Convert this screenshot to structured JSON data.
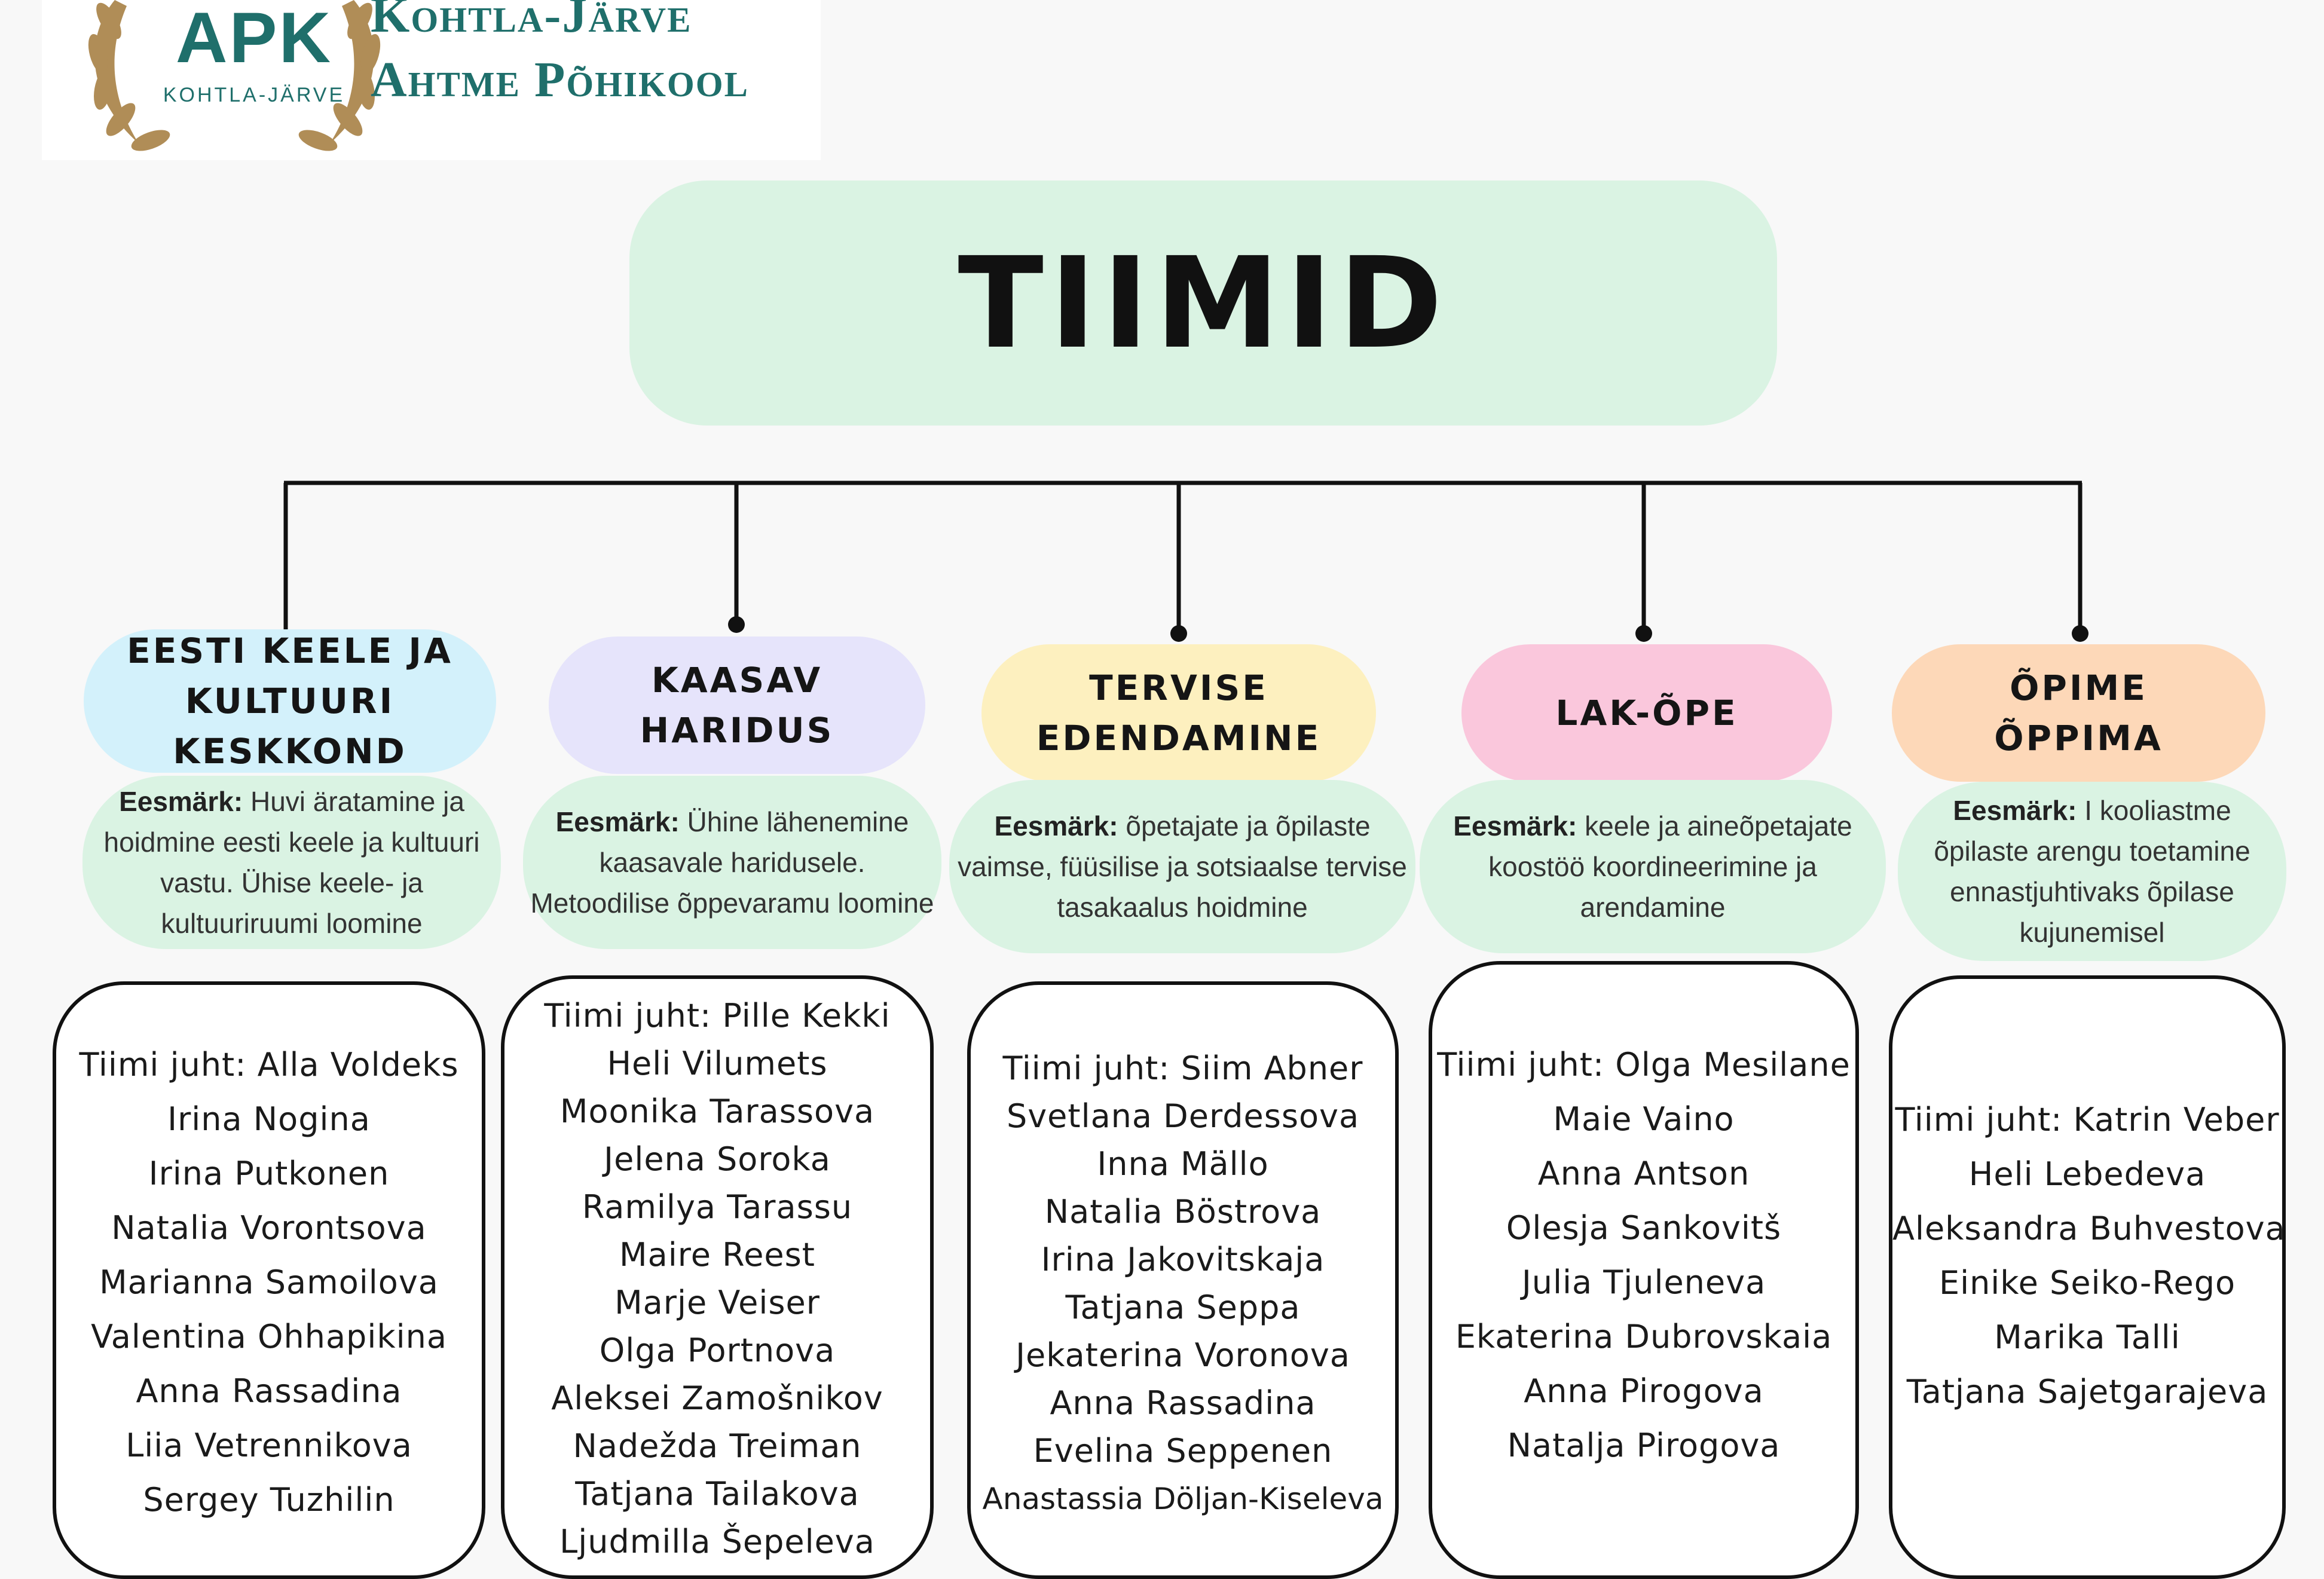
{
  "logo": {
    "abbr": "APK",
    "city": "KOHTLA-JÄRVE",
    "name_line1": "Kohtla-Järve",
    "name_line2": "Ahtme Põhikool"
  },
  "title": "TIIMID",
  "colors": {
    "title_bg": "#daf3e3",
    "goal_bg": "#daf3e3",
    "team1": "#d3f1fb",
    "team2": "#e6e4fb",
    "team3": "#fdf0bf",
    "team4": "#fac7dc",
    "team5": "#fdd8b8"
  },
  "teams": [
    {
      "name": "EESTI KEELE JA\nKULTUURI KESKKOND",
      "goal_label": "Eesmärk:",
      "goal_text": "Huvi äratamine ja hoidmine eesti keele ja kultuuri vastu. Ühise keele- ja kultuuriruumi loomine",
      "members": [
        "Tiimi juht: Alla Voldeks",
        "Irina Nogina",
        "Irina Putkonen",
        "Natalia Vorontsova",
        "Marianna Samoilova",
        "Valentina Ohhapikina",
        "Anna Rassadina",
        "Liia Vetrennikova",
        "Sergey Tuzhilin"
      ]
    },
    {
      "name": "KAASAV\nHARIDUS",
      "goal_label": "Eesmärk:",
      "goal_text": "Ühine lähenemine kaasavale haridusele. Metoodilise õppevaramu loomine",
      "members": [
        "Tiimi juht: Pille Kekki",
        "Heli Vilumets",
        "Moonika Tarassova",
        "Jelena Soroka",
        "Ramilya Tarassu",
        "Maire Reest",
        "Marje Veiser",
        "Olga Portnova",
        "Aleksei Zamošnikov",
        "Nadežda Treiman",
        "Tatjana Tailakova",
        "Ljudmilla Šepeleva"
      ]
    },
    {
      "name": "TERVISE\nEDENDAMINE",
      "goal_label": "Eesmärk:",
      "goal_text": "õpetajate ja õpilaste vaimse, füüsilise ja sotsiaalse tervise tasakaalus hoidmine",
      "members": [
        "Tiimi juht: Siim Abner",
        "Svetlana Derdessova",
        "Inna Mällo",
        "Natalia Böstrova",
        "Irina Jakovitskaja",
        "Tatjana Seppa",
        "Jekaterina Voronova",
        "Anna Rassadina",
        "Evelina Seppenen",
        "Anastassia Döljan-Kiseleva"
      ]
    },
    {
      "name": "LAK-ÕPE",
      "goal_label": "Eesmärk:",
      "goal_text": "keele ja aineõpetajate koostöö koordineerimine ja arendamine",
      "members": [
        "Tiimi juht: Olga Mesilane",
        "Maie Vaino",
        "Anna Antson",
        "Olesja Sankovitš",
        "Julia Tjuleneva",
        "Ekaterina Dubrovskaia",
        "Anna Pirogova",
        "Natalja Pirogova"
      ]
    },
    {
      "name": "ÕPIME\nÕPPIMA",
      "goal_label": "Eesmärk:",
      "goal_text": "I kooliastme õpilaste arengu toetamine ennastjuhtivaks õpilase kujunemisel",
      "members": [
        "Tiimi juht: Katrin Veber",
        "Heli Lebedeva",
        "Aleksandra Buhvestova",
        "Einike Seiko-Rego",
        "Marika Talli",
        "Tatjana Sajetgarajeva"
      ]
    }
  ]
}
